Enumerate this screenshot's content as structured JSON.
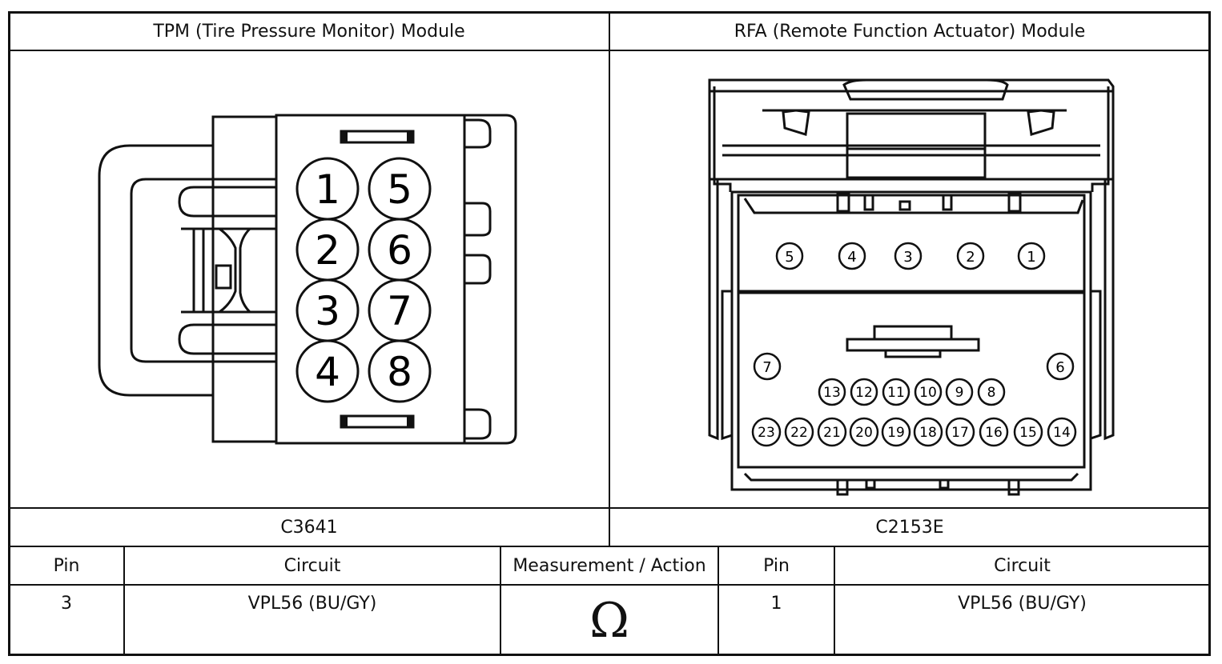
{
  "header": {
    "left_module": "TPM (Tire Pressure Monitor) Module",
    "right_module": "RFA (Remote Function Actuator) Module"
  },
  "connectors": {
    "left_id": "C3641",
    "right_id": "C2153E"
  },
  "tpm_connector": {
    "pins_left_column": [
      "1",
      "2",
      "3",
      "4"
    ],
    "pins_right_column": [
      "5",
      "6",
      "7",
      "8"
    ]
  },
  "rfa_connector": {
    "upper_row": [
      "5",
      "4",
      "3",
      "2",
      "1"
    ],
    "side_left": "7",
    "side_right": "6",
    "middle_row": [
      "13",
      "12",
      "11",
      "10",
      "9",
      "8"
    ],
    "bottom_row": [
      "23",
      "22",
      "21",
      "20",
      "19",
      "18",
      "17",
      "16",
      "15",
      "14"
    ]
  },
  "table": {
    "headers": [
      "Pin",
      "Circuit",
      "Measurement / Action",
      "Pin",
      "Circuit"
    ],
    "row": {
      "pin_a": "3",
      "circuit_a": "VPL56 (BU/GY)",
      "action_symbol": "Ω",
      "pin_b": "1",
      "circuit_b": "VPL56 (BU/GY)"
    }
  }
}
